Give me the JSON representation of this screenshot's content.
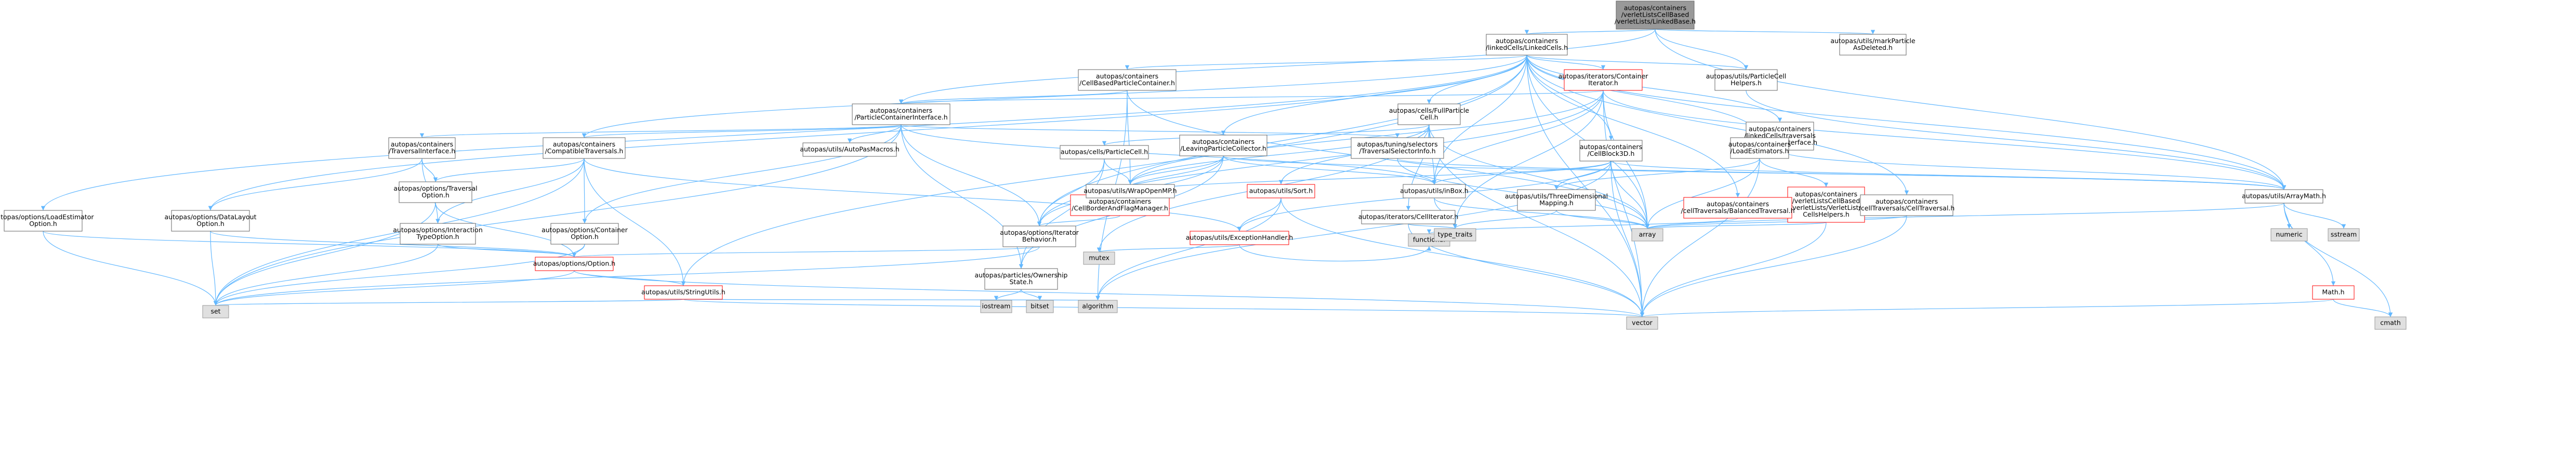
{
  "diagram": {
    "title": "autopas/containers/verletListsCellBased/verletLists/cells/... include dependency graph",
    "nodes": [
      {
        "id": "root",
        "lines": [
          "autopas/containers",
          "/verletListsCellBased",
          "/verletLists/LinkedBase.h"
        ],
        "kind": "root"
      },
      {
        "id": "linkedcells",
        "lines": [
          "autopas/containers",
          "/linkedCells/LinkedCells.h"
        ],
        "kind": "doc"
      },
      {
        "id": "markParticle",
        "lines": [
          "autopas/utils/markParticle",
          "AsDeleted.h"
        ],
        "kind": "doc"
      },
      {
        "id": "cellBasedPC",
        "lines": [
          "autopas/containers",
          "/CellBasedParticleContainer.h"
        ],
        "kind": "doc"
      },
      {
        "id": "containerIter",
        "lines": [
          "autopas/iterators/Container",
          "Iterator.h"
        ],
        "kind": "red"
      },
      {
        "id": "fullParticleCell",
        "lines": [
          "autopas/cells/FullParticle",
          "Cell.h"
        ],
        "kind": "doc"
      },
      {
        "id": "particleCellHelpers",
        "lines": [
          "autopas/utils/ParticleCell",
          "Helpers.h"
        ],
        "kind": "doc"
      },
      {
        "id": "lcTraversalIface",
        "lines": [
          "autopas/containers",
          "/linkedCells/traversals",
          "/LCTraversalInterface.h"
        ],
        "kind": "doc"
      },
      {
        "id": "particleContainerIface",
        "lines": [
          "autopas/containers",
          "/ParticleContainerInterface.h"
        ],
        "kind": "doc"
      },
      {
        "id": "traversalIface",
        "lines": [
          "autopas/containers",
          "/TraversalInterface.h"
        ],
        "kind": "doc"
      },
      {
        "id": "compatibleTraversals",
        "lines": [
          "autopas/containers",
          "/CompatibleTraversals.h"
        ],
        "kind": "doc"
      },
      {
        "id": "autoPasMacros",
        "lines": [
          "autopas/utils/AutoPasMacros.h"
        ],
        "kind": "doc"
      },
      {
        "id": "leavingParticle",
        "lines": [
          "autopas/containers",
          "/LeavingParticleCollector.h"
        ],
        "kind": "doc"
      },
      {
        "id": "traversalSelector",
        "lines": [
          "autopas/tuning/selectors",
          "/TraversalSelectorInfo.h"
        ],
        "kind": "doc"
      },
      {
        "id": "cellBlock3D",
        "lines": [
          "autopas/containers",
          "/CellBlock3D.h"
        ],
        "kind": "doc"
      },
      {
        "id": "loadEstimators",
        "lines": [
          "autopas/containers",
          "/LoadEstimators.h"
        ],
        "kind": "doc"
      },
      {
        "id": "particleCell",
        "lines": [
          "autopas/cells/ParticleCell.h"
        ],
        "kind": "doc"
      },
      {
        "id": "verletCellsHelpers",
        "lines": [
          "autopas/containers",
          "/verletListsCellBased",
          "/verletLists/VerletLists",
          "CellsHelpers.h"
        ],
        "kind": "red"
      },
      {
        "id": "cellTraversal",
        "lines": [
          "autopas/containers",
          "/cellTraversals/CellTraversal.h"
        ],
        "kind": "doc"
      },
      {
        "id": "loadEstimatorOpt",
        "lines": [
          "autopas/options/LoadEstimator",
          "Option.h"
        ],
        "kind": "doc"
      },
      {
        "id": "dataLayoutOpt",
        "lines": [
          "autopas/options/DataLayout",
          "Option.h"
        ],
        "kind": "doc"
      },
      {
        "id": "traversalOpt",
        "lines": [
          "autopas/options/Traversal",
          "Option.h"
        ],
        "kind": "doc"
      },
      {
        "id": "interactionTypeOpt",
        "lines": [
          "autopas/options/Interaction",
          "TypeOption.h"
        ],
        "kind": "doc"
      },
      {
        "id": "containerOpt",
        "lines": [
          "autopas/options/Container",
          "Option.h"
        ],
        "kind": "doc"
      },
      {
        "id": "cellBorderFlag",
        "lines": [
          "autopas/containers",
          "/CellBorderAndFlagManager.h"
        ],
        "kind": "red"
      },
      {
        "id": "wrapOpenMP",
        "lines": [
          "autopas/utils/WrapOpenMP.h"
        ],
        "kind": "doc"
      },
      {
        "id": "sortUtil",
        "lines": [
          "autopas/utils/Sort.h"
        ],
        "kind": "red"
      },
      {
        "id": "cellIterator",
        "lines": [
          "autopas/iterators/CellIterator.h"
        ],
        "kind": "doc"
      },
      {
        "id": "inBox",
        "lines": [
          "autopas/utils/inBox.h"
        ],
        "kind": "doc"
      },
      {
        "id": "threeDim",
        "lines": [
          "autopas/utils/ThreeDimensional",
          "Mapping.h"
        ],
        "kind": "doc"
      },
      {
        "id": "balancedTraversal",
        "lines": [
          "autopas/containers",
          "/cellTraversals/BalancedTraversal.h"
        ],
        "kind": "red"
      },
      {
        "id": "arrayMath",
        "lines": [
          "autopas/utils/ArrayMath.h"
        ],
        "kind": "doc"
      },
      {
        "id": "iteratorBehavior",
        "lines": [
          "autopas/options/Iterator",
          "Behavior.h"
        ],
        "kind": "doc"
      },
      {
        "id": "exceptionHandler",
        "lines": [
          "autopas/utils/ExceptionHandler.h"
        ],
        "kind": "red"
      },
      {
        "id": "option",
        "lines": [
          "autopas/options/Option.h"
        ],
        "kind": "red"
      },
      {
        "id": "ownershipState",
        "lines": [
          "autopas/particles/Ownership",
          "State.h"
        ],
        "kind": "doc"
      },
      {
        "id": "stringUtils",
        "lines": [
          "autopas/utils/StringUtils.h"
        ],
        "kind": "red"
      },
      {
        "id": "mathH",
        "lines": [
          "Math.h"
        ],
        "kind": "red"
      },
      {
        "id": "set",
        "lines": [
          "set"
        ],
        "kind": "std"
      },
      {
        "id": "iostream",
        "lines": [
          "iostream"
        ],
        "kind": "std"
      },
      {
        "id": "bitset",
        "lines": [
          "bitset"
        ],
        "kind": "std"
      },
      {
        "id": "algorithm",
        "lines": [
          "algorithm"
        ],
        "kind": "std"
      },
      {
        "id": "mutex",
        "lines": [
          "mutex"
        ],
        "kind": "std"
      },
      {
        "id": "functional",
        "lines": [
          "functional"
        ],
        "kind": "std"
      },
      {
        "id": "typeTraits",
        "lines": [
          "type_traits"
        ],
        "kind": "std"
      },
      {
        "id": "array",
        "lines": [
          "array"
        ],
        "kind": "std"
      },
      {
        "id": "vector",
        "lines": [
          "vector"
        ],
        "kind": "std"
      },
      {
        "id": "numeric",
        "lines": [
          "numeric"
        ],
        "kind": "std"
      },
      {
        "id": "sstream",
        "lines": [
          "sstream"
        ],
        "kind": "std"
      },
      {
        "id": "cmath",
        "lines": [
          "cmath"
        ],
        "kind": "std"
      }
    ],
    "edges": [
      [
        "root",
        "linkedcells"
      ],
      [
        "root",
        "markParticle"
      ],
      [
        "root",
        "particleCellHelpers"
      ],
      [
        "root",
        "arrayMath"
      ],
      [
        "root",
        "particleContainerIface"
      ],
      [
        "linkedcells",
        "cellBasedPC"
      ],
      [
        "linkedcells",
        "containerIter"
      ],
      [
        "linkedcells",
        "fullParticleCell"
      ],
      [
        "linkedcells",
        "particleCellHelpers"
      ],
      [
        "linkedcells",
        "lcTraversalIface"
      ],
      [
        "linkedcells",
        "loadEstimators"
      ],
      [
        "linkedcells",
        "cellBlock3D"
      ],
      [
        "linkedcells",
        "leavingParticle"
      ],
      [
        "linkedcells",
        "compatibleTraversals"
      ],
      [
        "linkedcells",
        "loadEstimatorOpt"
      ],
      [
        "linkedcells",
        "dataLayoutOpt"
      ],
      [
        "linkedcells",
        "stringUtils"
      ],
      [
        "linkedcells",
        "inBox"
      ],
      [
        "linkedcells",
        "array"
      ],
      [
        "linkedcells",
        "vector"
      ],
      [
        "linkedcells",
        "cellTraversal"
      ],
      [
        "linkedcells",
        "arrayMath"
      ],
      [
        "linkedcells",
        "balancedTraversal"
      ],
      [
        "linkedcells",
        "iteratorBehavior"
      ],
      [
        "cellBasedPC",
        "particleContainerIface"
      ],
      [
        "cellBasedPC",
        "wrapOpenMP"
      ],
      [
        "cellBasedPC",
        "algorithm"
      ],
      [
        "cellBasedPC",
        "array"
      ],
      [
        "containerIter",
        "particleContainerIface"
      ],
      [
        "containerIter",
        "inBox"
      ],
      [
        "containerIter",
        "wrapOpenMP"
      ],
      [
        "containerIter",
        "typeTraits"
      ],
      [
        "containerIter",
        "array"
      ],
      [
        "containerIter",
        "vector"
      ],
      [
        "containerIter",
        "iteratorBehavior"
      ],
      [
        "containerIter",
        "arrayMath"
      ],
      [
        "fullParticleCell",
        "particleCell"
      ],
      [
        "fullParticleCell",
        "cellIterator"
      ],
      [
        "fullParticleCell",
        "wrapOpenMP"
      ],
      [
        "fullParticleCell",
        "inBox"
      ],
      [
        "fullParticleCell",
        "sortUtil"
      ],
      [
        "fullParticleCell",
        "array"
      ],
      [
        "fullParticleCell",
        "vector"
      ],
      [
        "fullParticleCell",
        "mutex"
      ],
      [
        "particleCellHelpers",
        "arrayMath"
      ],
      [
        "lcTraversalIface",
        "arrayMath"
      ],
      [
        "particleContainerIface",
        "traversalIface"
      ],
      [
        "particleContainerIface",
        "compatibleTraversals"
      ],
      [
        "particleContainerIface",
        "autoPasMacros"
      ],
      [
        "particleContainerIface",
        "traversalSelector"
      ],
      [
        "particleContainerIface",
        "containerOpt"
      ],
      [
        "particleContainerIface",
        "iteratorBehavior"
      ],
      [
        "particleContainerIface",
        "ownershipState"
      ],
      [
        "particleContainerIface",
        "inBox"
      ],
      [
        "particleContainerIface",
        "set"
      ],
      [
        "traversalIface",
        "traversalOpt"
      ],
      [
        "traversalIface",
        "dataLayoutOpt"
      ],
      [
        "traversalIface",
        "interactionTypeOpt"
      ],
      [
        "compatibleTraversals",
        "traversalOpt"
      ],
      [
        "compatibleTraversals",
        "containerOpt"
      ],
      [
        "compatibleTraversals",
        "interactionTypeOpt"
      ],
      [
        "compatibleTraversals",
        "stringUtils"
      ],
      [
        "compatibleTraversals",
        "set"
      ],
      [
        "compatibleTraversals",
        "exceptionHandler"
      ],
      [
        "leavingParticle",
        "wrapOpenMP"
      ],
      [
        "leavingParticle",
        "cellBorderFlag"
      ],
      [
        "leavingParticle",
        "arrayMath"
      ],
      [
        "leavingParticle",
        "inBox"
      ],
      [
        "leavingParticle",
        "iteratorBehavior"
      ],
      [
        "leavingParticle",
        "ownershipState"
      ],
      [
        "traversalSelector",
        "arrayMath"
      ],
      [
        "traversalSelector",
        "array"
      ],
      [
        "cellBlock3D",
        "cellBorderFlag"
      ],
      [
        "cellBlock3D",
        "threeDim"
      ],
      [
        "cellBlock3D",
        "inBox"
      ],
      [
        "cellBlock3D",
        "arrayMath"
      ],
      [
        "cellBlock3D",
        "exceptionHandler"
      ],
      [
        "cellBlock3D",
        "array"
      ],
      [
        "cellBlock3D",
        "vector"
      ],
      [
        "cellBlock3D",
        "algorithm"
      ],
      [
        "loadEstimators",
        "verletCellsHelpers"
      ],
      [
        "loadEstimators",
        "threeDim"
      ],
      [
        "loadEstimators",
        "array"
      ],
      [
        "loadEstimators",
        "vector"
      ],
      [
        "particleCell",
        "iteratorBehavior"
      ],
      [
        "particleCell",
        "wrapOpenMP"
      ],
      [
        "particleCell",
        "ownershipState"
      ],
      [
        "verletCellsHelpers",
        "array"
      ],
      [
        "verletCellsHelpers",
        "vector"
      ],
      [
        "cellTraversal",
        "array"
      ],
      [
        "cellTraversal",
        "vector"
      ],
      [
        "loadEstimatorOpt",
        "option"
      ],
      [
        "loadEstimatorOpt",
        "set"
      ],
      [
        "dataLayoutOpt",
        "option"
      ],
      [
        "dataLayoutOpt",
        "set"
      ],
      [
        "traversalOpt",
        "option"
      ],
      [
        "traversalOpt",
        "set"
      ],
      [
        "interactionTypeOpt",
        "option"
      ],
      [
        "interactionTypeOpt",
        "set"
      ],
      [
        "containerOpt",
        "option"
      ],
      [
        "containerOpt",
        "set"
      ],
      [
        "cellBorderFlag",
        "iteratorBehavior"
      ],
      [
        "sortUtil",
        "exceptionHandler"
      ],
      [
        "sortUtil",
        "algorithm"
      ],
      [
        "sortUtil",
        "vector"
      ],
      [
        "cellIterator",
        "typeTraits"
      ],
      [
        "cellIterator",
        "vector"
      ],
      [
        "inBox",
        "typeTraits"
      ],
      [
        "inBox",
        "array"
      ],
      [
        "threeDim",
        "array"
      ],
      [
        "threeDim",
        "typeTraits"
      ],
      [
        "balancedTraversal",
        "functional"
      ],
      [
        "arrayMath",
        "array"
      ],
      [
        "arrayMath",
        "numeric"
      ],
      [
        "arrayMath",
        "sstream"
      ],
      [
        "arrayMath",
        "cmath"
      ],
      [
        "arrayMath",
        "mathH"
      ],
      [
        "iteratorBehavior",
        "option"
      ],
      [
        "iteratorBehavior",
        "set"
      ],
      [
        "exceptionHandler",
        "mutex"
      ],
      [
        "exceptionHandler",
        "functional"
      ],
      [
        "option",
        "stringUtils"
      ],
      [
        "option",
        "set"
      ],
      [
        "option",
        "vector"
      ],
      [
        "ownershipState",
        "iostream"
      ],
      [
        "ownershipState",
        "bitset"
      ],
      [
        "stringUtils",
        "set"
      ],
      [
        "stringUtils",
        "algorithm"
      ],
      [
        "stringUtils",
        "vector"
      ],
      [
        "mathH",
        "cmath"
      ],
      [
        "mathH",
        "vector"
      ]
    ]
  }
}
